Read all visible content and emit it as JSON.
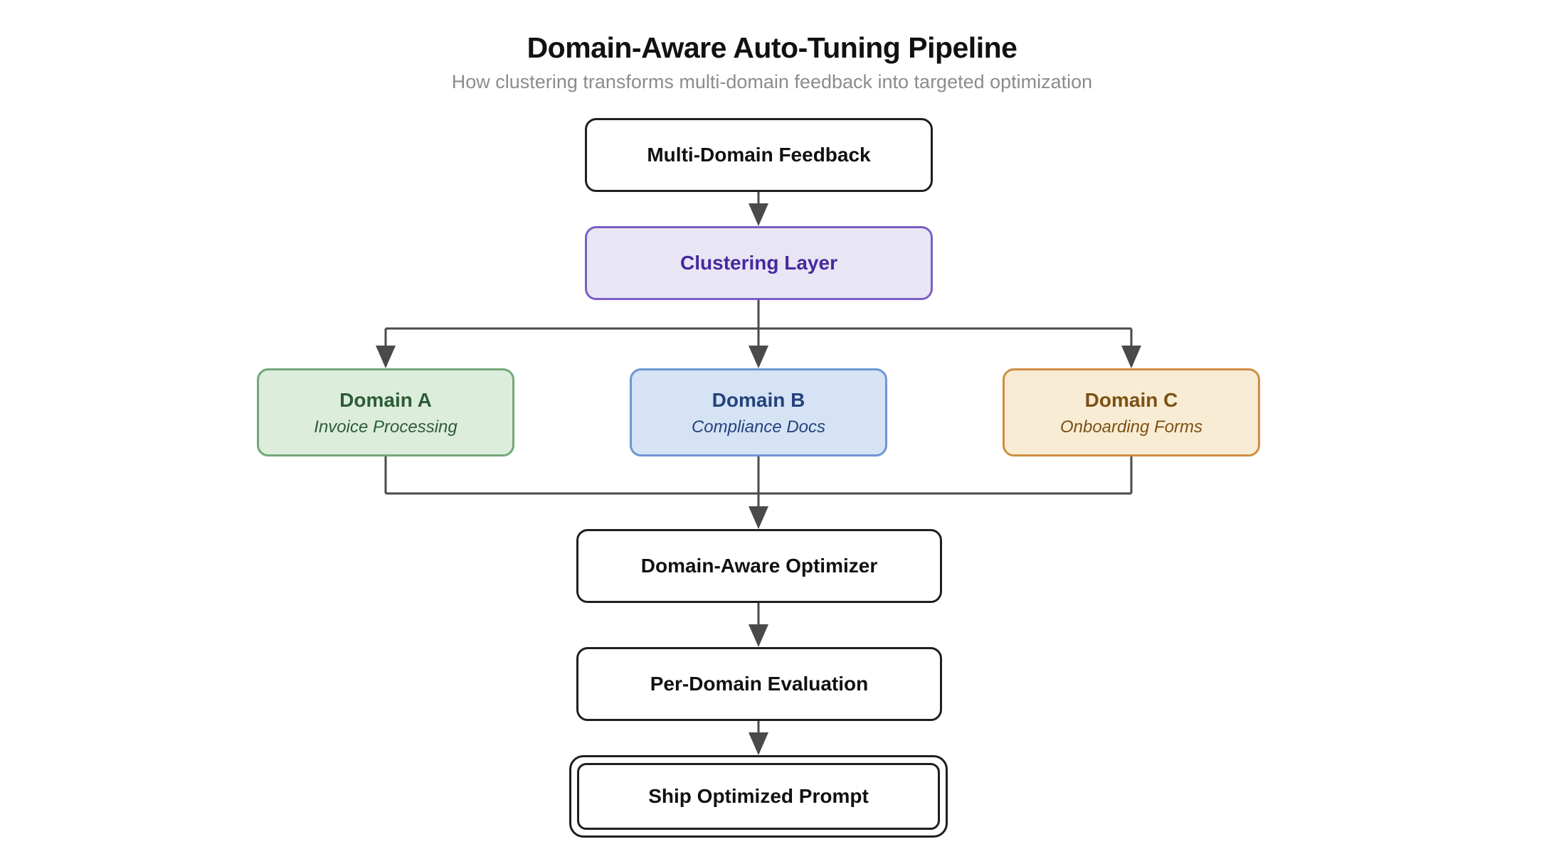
{
  "title": "Domain-Aware Auto-Tuning Pipeline",
  "subtitle": "How clustering transforms multi-domain feedback into targeted optimization",
  "colors": {
    "page_bg": "#FFFFFF",
    "title_text": "#111111",
    "subtitle_text": "#8C8C8C",
    "connector": "#4A4A4A",
    "default_node_bg": "#FFFFFF",
    "default_node_border": "#1F1F1F",
    "default_node_text": "#111111"
  },
  "nodes": {
    "feedback": {
      "label": "Multi-Domain Feedback",
      "bg": "#FFFFFF",
      "border": "#1F1F1F",
      "text": "#111111"
    },
    "clustering": {
      "label": "Clustering Layer",
      "bg": "#E8E6F4",
      "border": "#7C5EC6",
      "text": "#4628A0"
    },
    "domain_a": {
      "label": "Domain A",
      "sublabel": "Invoice Processing",
      "bg": "#DCEDDC",
      "border": "#73A877",
      "text": "#2D5C34"
    },
    "domain_b": {
      "label": "Domain B",
      "sublabel": "Compliance Docs",
      "bg": "#D5E3F5",
      "border": "#6D96D2",
      "text": "#24427C"
    },
    "domain_c": {
      "label": "Domain C",
      "sublabel": "Onboarding Forms",
      "bg": "#F9ECD4",
      "border": "#CE8D42",
      "text": "#7B5014"
    },
    "optimizer": {
      "label": "Domain-Aware Optimizer",
      "bg": "#FFFFFF",
      "border": "#1F1F1F",
      "text": "#111111"
    },
    "evaluation": {
      "label": "Per-Domain Evaluation",
      "bg": "#FFFFFF",
      "border": "#1F1F1F",
      "text": "#111111"
    },
    "ship": {
      "label": "Ship Optimized Prompt",
      "bg": "#FFFFFF",
      "border": "#1F1F1F",
      "text": "#111111"
    }
  },
  "flow": {
    "type": "flowchart",
    "edges": [
      {
        "from": "feedback",
        "to": "clustering"
      },
      {
        "from": "clustering",
        "to": "domain_a"
      },
      {
        "from": "clustering",
        "to": "domain_b"
      },
      {
        "from": "clustering",
        "to": "domain_c"
      },
      {
        "from": "domain_a",
        "to": "optimizer"
      },
      {
        "from": "domain_b",
        "to": "optimizer"
      },
      {
        "from": "domain_c",
        "to": "optimizer"
      },
      {
        "from": "optimizer",
        "to": "evaluation"
      },
      {
        "from": "evaluation",
        "to": "ship"
      }
    ]
  }
}
